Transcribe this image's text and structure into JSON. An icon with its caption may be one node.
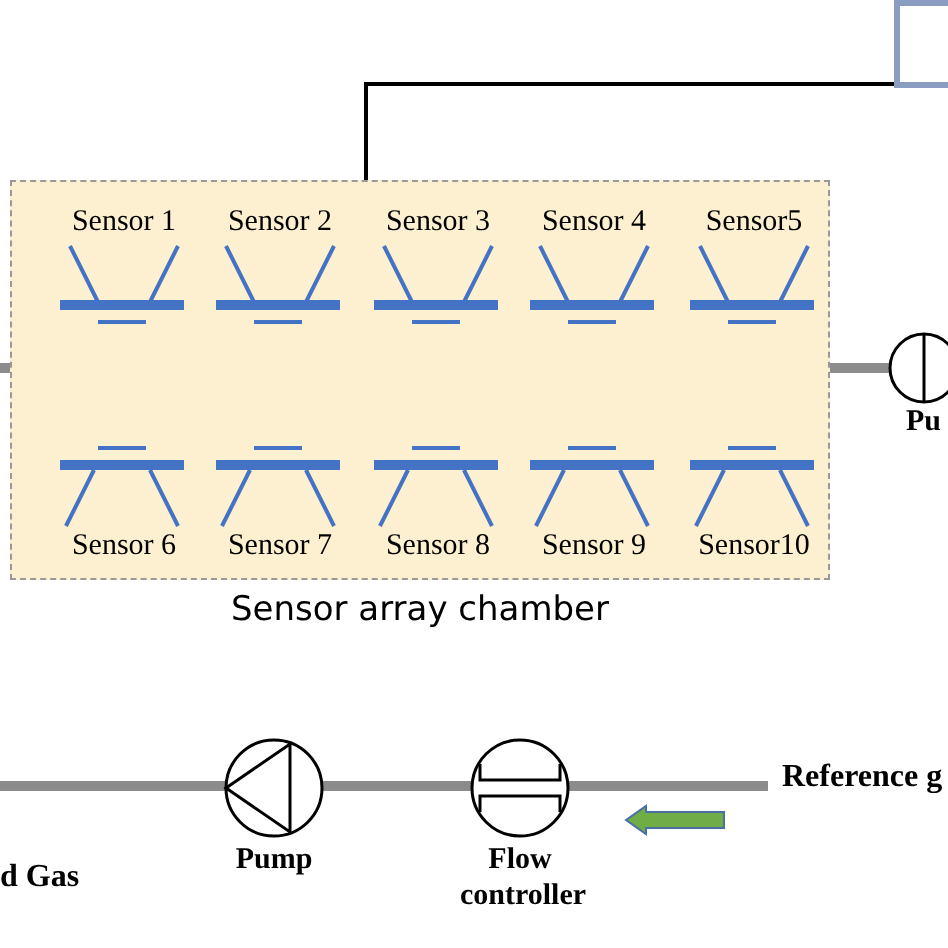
{
  "diagram": {
    "nodes": [
      {
        "text": [
          "Sensor array chamber"
        ]
      },
      {
        "text": [
          "Sensor 1"
        ],
        "in": 0
      },
      {
        "text": [
          "Sensor 2"
        ],
        "in": 0
      },
      {
        "text": [
          "Sensor 3"
        ],
        "in": 0
      },
      {
        "text": [
          "Sensor 4"
        ],
        "in": 0
      },
      {
        "text": [
          "Sensor5"
        ],
        "in": 0
      },
      {
        "text": [
          "Sensor 6"
        ],
        "in": 0
      },
      {
        "text": [
          "Sensor 7"
        ],
        "in": 0
      },
      {
        "text": [
          "Sensor 8"
        ],
        "in": 0
      },
      {
        "text": [
          "Sensor 9"
        ],
        "in": 0
      },
      {
        "text": [
          "Sensor10"
        ],
        "in": 0
      },
      {
        "text": [
          "Pu"
        ]
      },
      {
        "text": [],
        "shape": "box"
      },
      {
        "text": [
          "Pump"
        ]
      },
      {
        "text": [
          "Flow controller"
        ]
      },
      {
        "text": [
          "Reference g"
        ]
      }
    ],
    "edges": [
      {
        "from": 0,
        "to": 12,
        "arrow": "none",
        "color": "#000000"
      },
      {
        "from": null,
        "to": 0,
        "arrow": "none"
      },
      {
        "from": 0,
        "to": 11,
        "arrow": "none"
      },
      {
        "from": 15,
        "to": 14,
        "arrow": "none"
      },
      {
        "from": 14,
        "to": 13,
        "arrow": "none"
      },
      {
        "from": 13,
        "to": null,
        "arrow": "none"
      }
    ],
    "labels": [
      "d Gas"
    ]
  }
}
